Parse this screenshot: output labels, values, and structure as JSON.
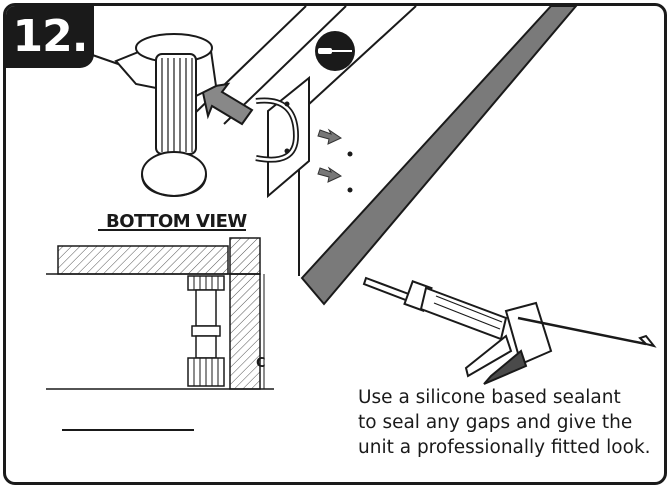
{
  "step": {
    "number": "12."
  },
  "bottom_view": {
    "title": "BOTTOM VIEW",
    "dimension_label": "C"
  },
  "instruction": {
    "lines": [
      "Use a silicone based sealant",
      "to seal any gaps and give the",
      "unit a professionally fitted look."
    ]
  },
  "icons": {
    "screwdriver": "screwdriver-icon",
    "arrow": "arrow-icon"
  },
  "colors": {
    "ink": "#1a1a1a",
    "panel_gray": "#7a7a7a"
  }
}
